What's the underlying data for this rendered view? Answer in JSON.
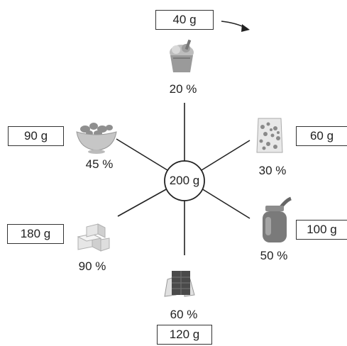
{
  "center": {
    "label": "200 g"
  },
  "items": [
    {
      "id": "ice-cream",
      "percent": "20 %",
      "grams": "40 g"
    },
    {
      "id": "cereal",
      "percent": "30 %",
      "grams": "60 g"
    },
    {
      "id": "honey-jar",
      "percent": "50 %",
      "grams": "100 g"
    },
    {
      "id": "chocolate",
      "percent": "60 %",
      "grams": "120 g"
    },
    {
      "id": "sugar-cubes",
      "percent": "90 %",
      "grams": "180 g"
    },
    {
      "id": "gummies",
      "percent": "45 %",
      "grams": "90 g"
    }
  ],
  "icons": [
    "ice-cream-icon",
    "cereal-bag-icon",
    "honey-jar-icon",
    "chocolate-bar-icon",
    "sugar-cubes-icon",
    "gummy-bowl-icon",
    "arrow-icon"
  ]
}
